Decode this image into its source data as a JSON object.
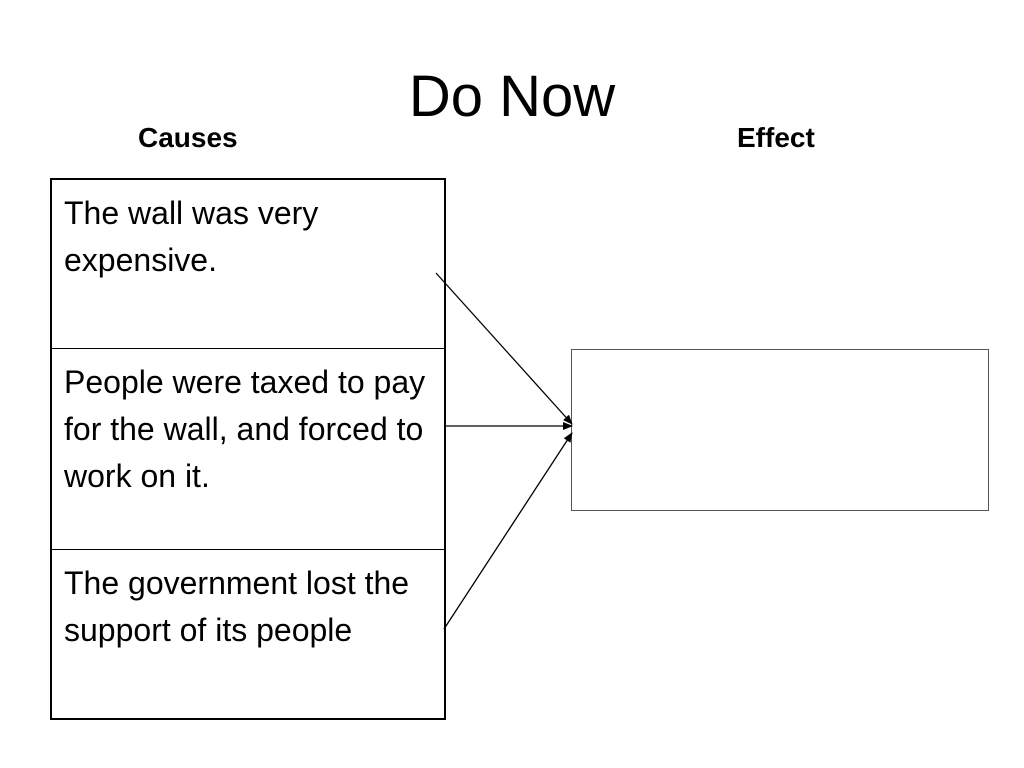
{
  "slide": {
    "title": "Do Now"
  },
  "headings": {
    "causes": "Causes",
    "effect": "Effect"
  },
  "causes": [
    "The wall was very expensive.",
    "People were taxed to pay for the wall, and forced to work on it.",
    "The government lost the support of its people"
  ],
  "effect": {
    "text": ""
  },
  "colors": {
    "text": "#000000",
    "background": "#ffffff",
    "border": "#000000"
  }
}
